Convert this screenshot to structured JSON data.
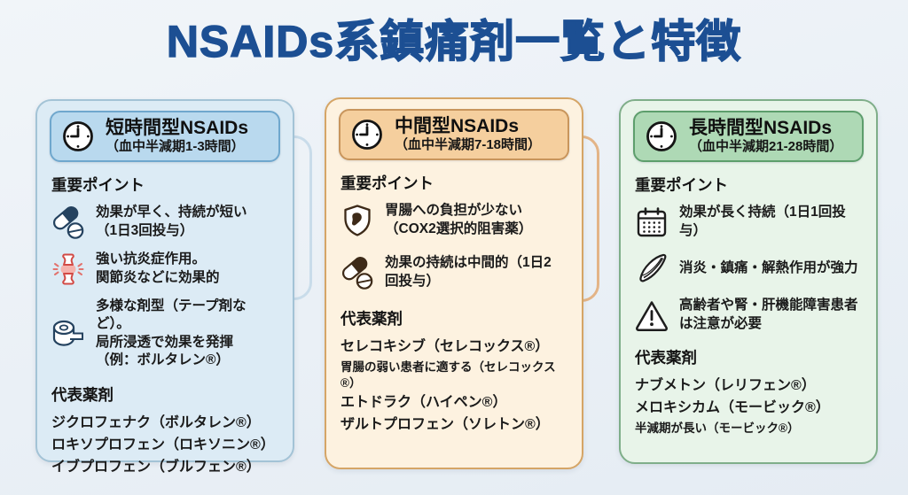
{
  "title": "NSAIDs系鎮痛剤一覧と特徴",
  "colors": {
    "background": "#eaf0f6",
    "title": "#1c4f93"
  },
  "decor": {
    "connector_blue": "#c9dcea",
    "connector_orange": "#e3b487"
  },
  "cards": [
    {
      "id": "short-acting",
      "theme": {
        "bg": "#dcebf5",
        "border": "#a3c3d6",
        "headerBg": "#b9d9ee",
        "headerBorder": "#6fa7cd",
        "icon": "#24425f"
      },
      "header": {
        "icon": "clock-icon",
        "title": "短時間型NSAIDs",
        "subtitle": "（血中半減期1-3時間）"
      },
      "points_heading": "重要ポイント",
      "points": [
        {
          "icon": "capsule-icon",
          "text": "効果が早く、持続が短い\n（1日3回投与）"
        },
        {
          "icon": "joint-inflammation-icon",
          "text": "強い抗炎症作用。\n関節炎などに効果的"
        },
        {
          "icon": "tape-roll-icon",
          "text": "多様な剤型（テープ剤など）。\n局所浸透で効果を発揮\n（例：ボルタレン®）"
        }
      ],
      "drugs_heading": "代表薬剤",
      "drugs": [
        {
          "name": "ジクロフェナク（ボルタレン®）"
        },
        {
          "name": "ロキソプロフェン（ロキソニン®）"
        },
        {
          "name": "イブプロフェン（ブルフェン®）"
        }
      ]
    },
    {
      "id": "intermediate",
      "theme": {
        "bg": "#fdf2e0",
        "border": "#d5a566",
        "headerBg": "#f5cf9e",
        "headerBorder": "#c8955c",
        "icon": "#3d2a18"
      },
      "header": {
        "icon": "clock-icon",
        "title": "中間型NSAIDs",
        "subtitle": "（血中半減期7-18時間）"
      },
      "points_heading": "重要ポイント",
      "points": [
        {
          "icon": "stomach-shield-icon",
          "text": "胃腸への負担が少ない\n（COX2選択的阻害薬）"
        },
        {
          "icon": "capsule-icon",
          "text": "効果の持続は中間的（1日2\n回投与）"
        }
      ],
      "drugs_heading": "代表薬剤",
      "drugs": [
        {
          "name": "セレコキシブ（セレコックス®）"
        },
        {
          "name": "胃腸の弱い患者に適する（セレコックス®）"
        },
        {
          "name": "エトドラク（ハイペン®）"
        },
        {
          "name": "ザルトプロフェン（ソレトン®）"
        }
      ]
    },
    {
      "id": "long-acting",
      "theme": {
        "bg": "#e8f4e9",
        "border": "#7fae89",
        "headerBg": "#aed9b5",
        "headerBorder": "#5d9e6c",
        "icon": "#1d1d1d"
      },
      "header": {
        "icon": "clock-icon",
        "title": "長時間型NSAIDs",
        "subtitle": "（血中半減期21-28時間）"
      },
      "points_heading": "重要ポイント",
      "points": [
        {
          "icon": "calendar-icon",
          "text": "効果が長く持続（1日1回投\n与）"
        },
        {
          "icon": "leaf-icon",
          "text": "消炎・鎮痛・解熱作用が強力"
        },
        {
          "icon": "warning-icon",
          "text": "高齢者や腎・肝機能障害患者\nは注意が必要"
        }
      ],
      "drugs_heading": "代表薬剤",
      "drugs": [
        {
          "name": "ナブメトン（レリフェン®）"
        },
        {
          "name": "メロキシカム（モービック®）"
        },
        {
          "name": "半減期が長い（モービック®）"
        }
      ]
    }
  ]
}
